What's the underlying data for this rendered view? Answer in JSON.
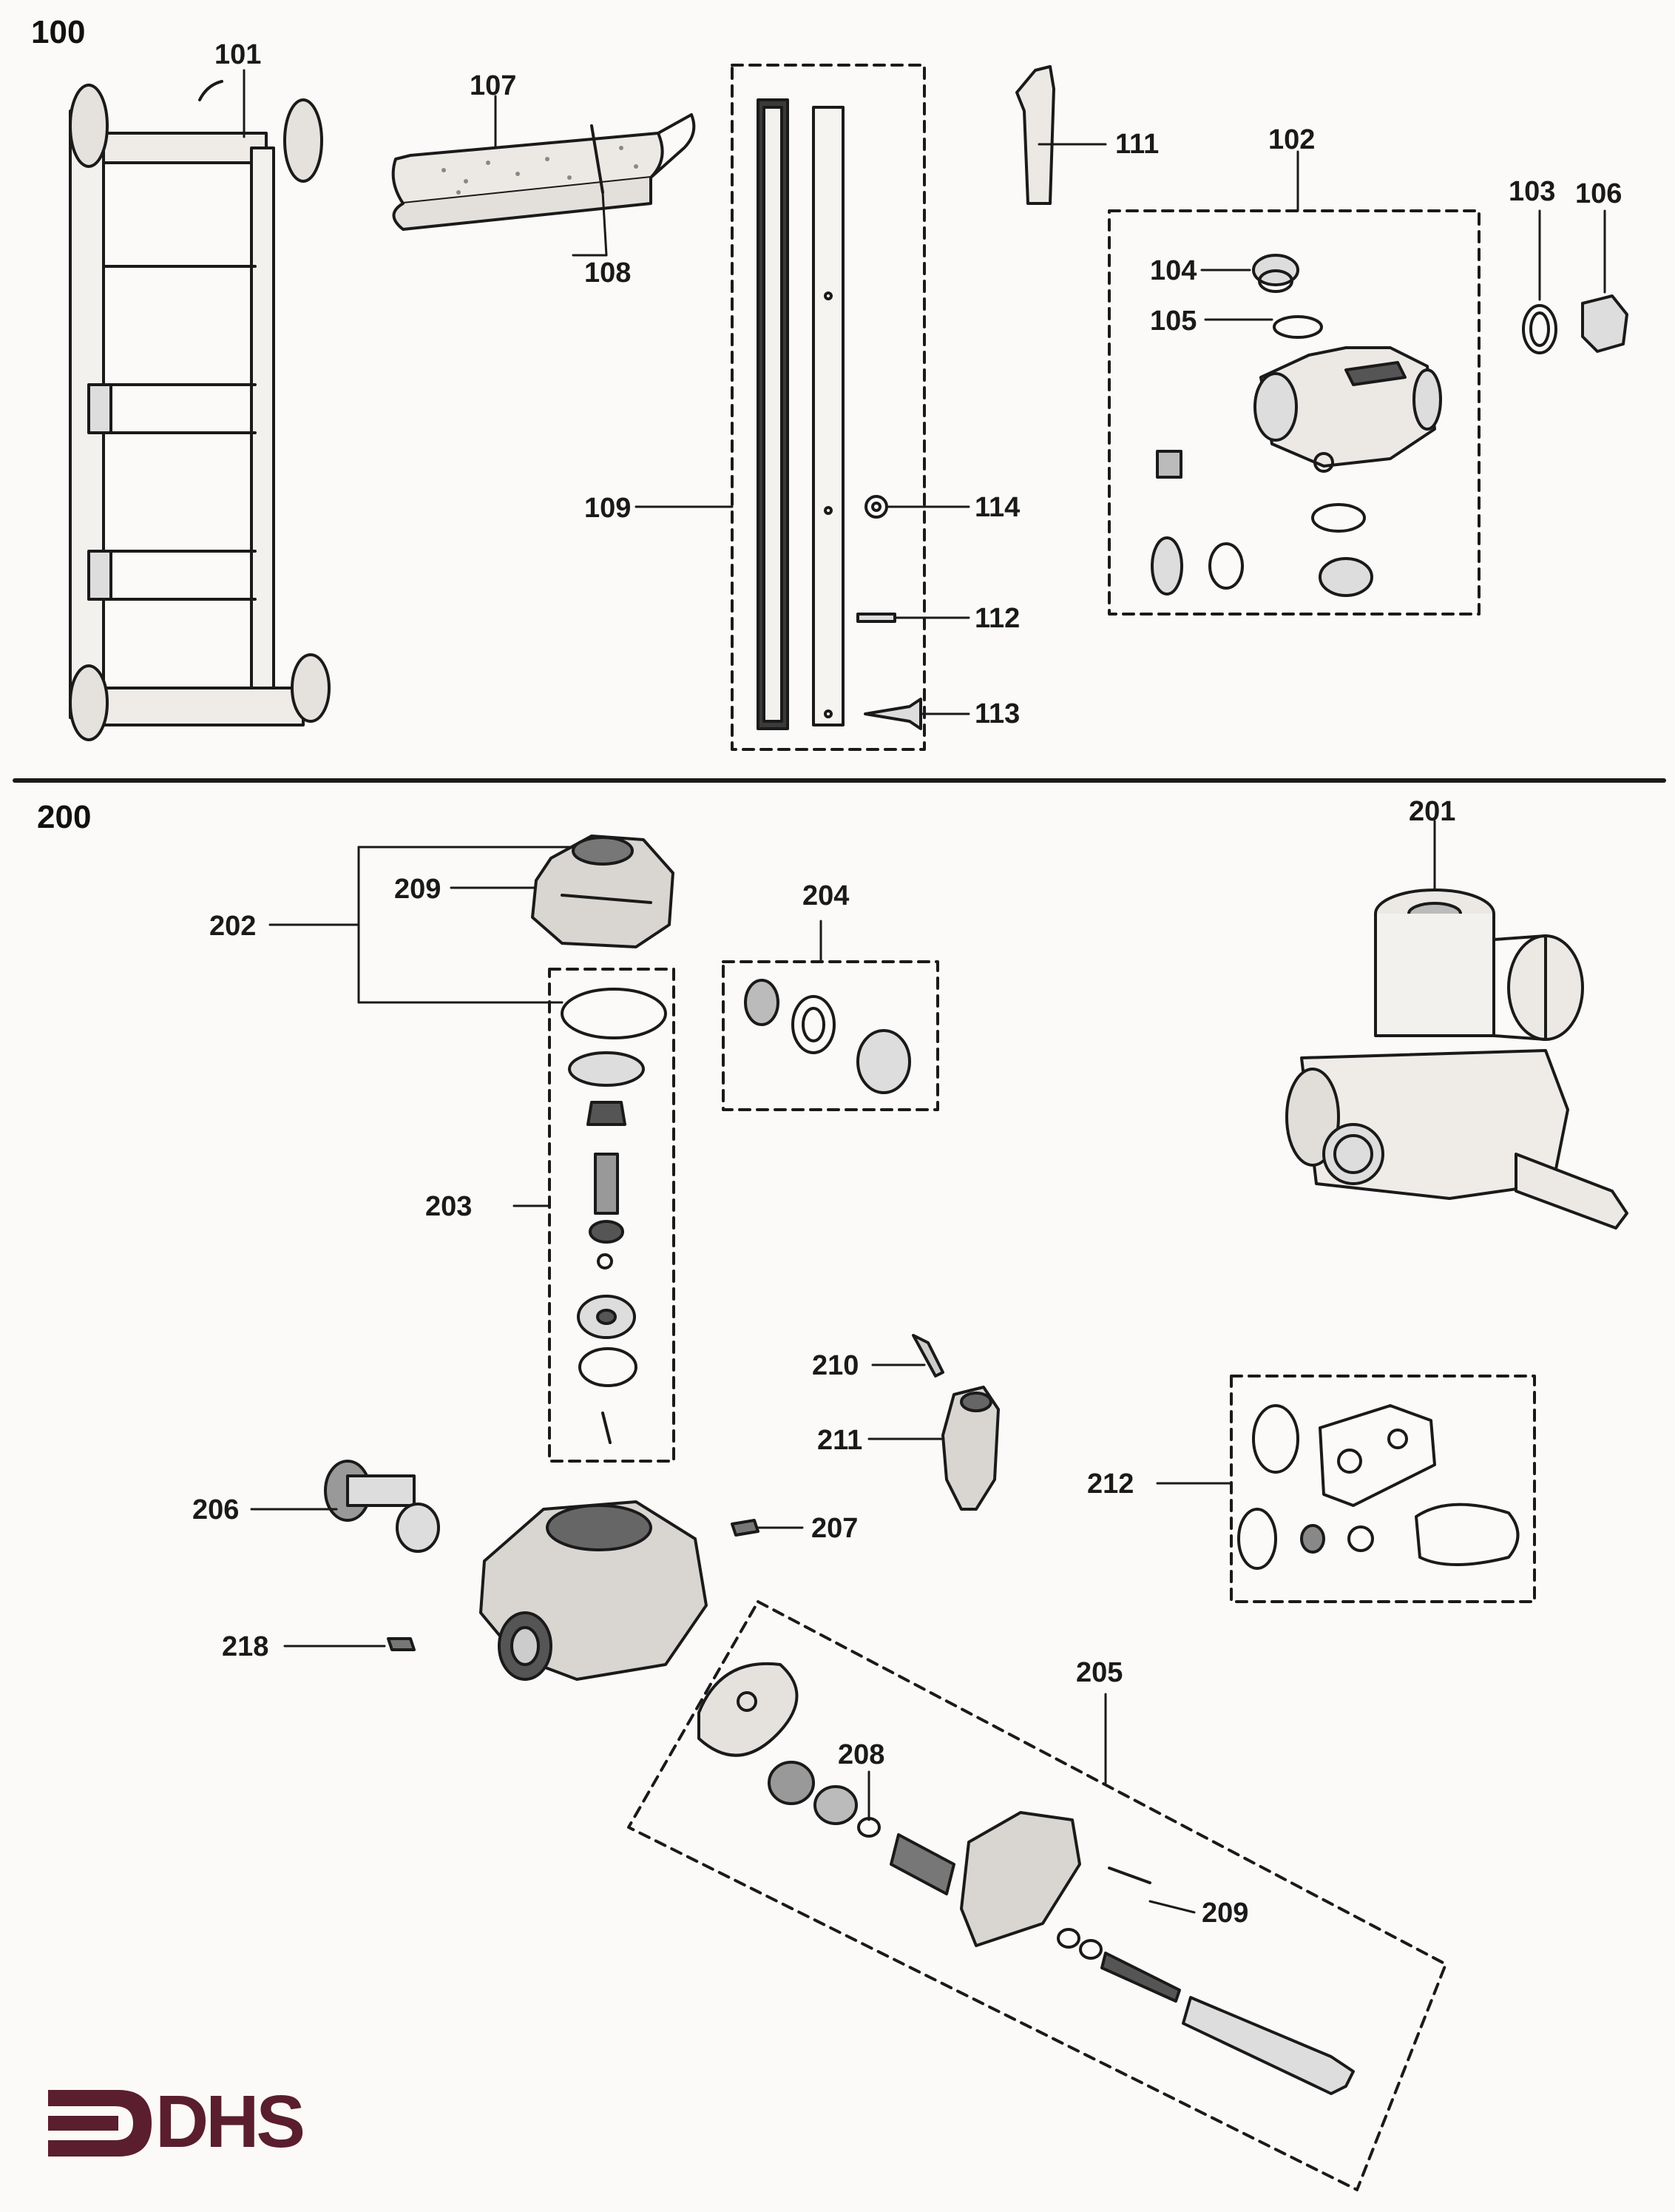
{
  "sections": {
    "top": "100",
    "bottom": "200"
  },
  "callouts": {
    "c101": "101",
    "c107": "107",
    "c108": "108",
    "c109": "109",
    "c111": "111",
    "c102": "102",
    "c103": "103",
    "c106": "106",
    "c104": "104",
    "c105": "105",
    "c114": "114",
    "c112": "112",
    "c113": "113",
    "c201": "201",
    "c202": "202",
    "c209a": "209",
    "c204": "204",
    "c203": "203",
    "c210": "210",
    "c211": "211",
    "c212": "212",
    "c206": "206",
    "c207": "207",
    "c218": "218",
    "c205": "205",
    "c208": "208",
    "c209b": "209"
  },
  "logo": {
    "text": "DHS",
    "color": "#5a1e2e"
  },
  "colors": {
    "ink": "#1a1a1a",
    "paper": "#fbfaf8",
    "brand": "#5a1e2e"
  }
}
